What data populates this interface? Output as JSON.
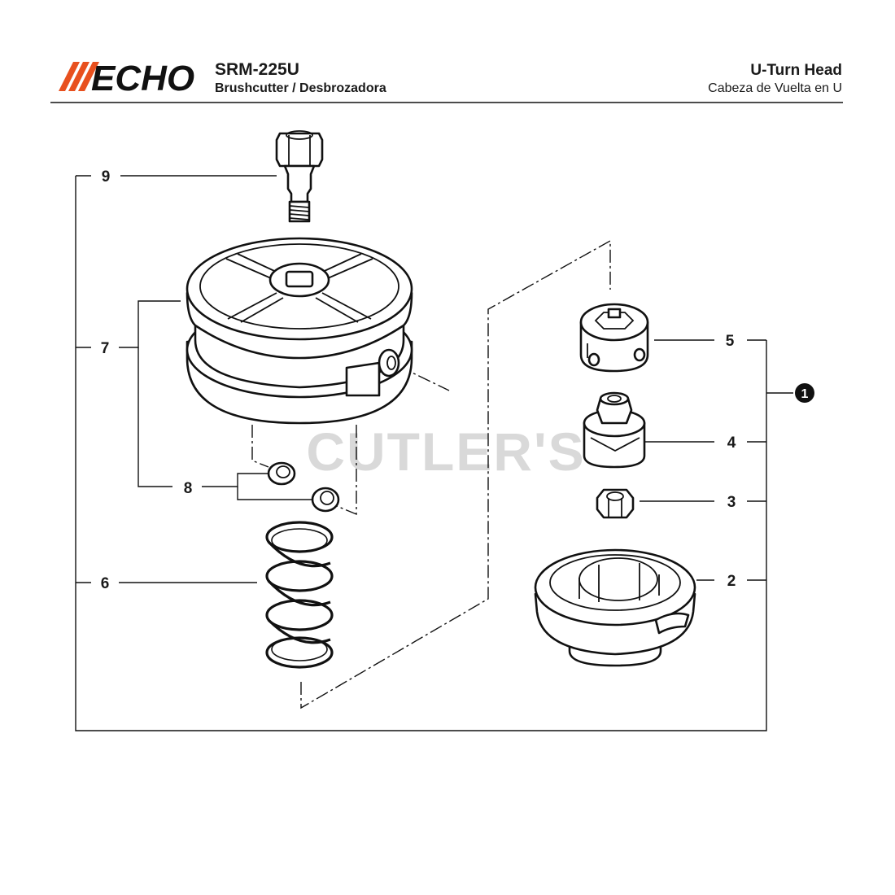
{
  "header": {
    "brand": "ECHO",
    "model": "SRM-225U",
    "subtitle": "Brushcutter / Desbrozadora",
    "section_title": "U-Turn Head",
    "section_subtitle": "Cabeza de Vuelta en U"
  },
  "watermark": "CUTLER'S",
  "callouts": {
    "p1": "1",
    "p2": "2",
    "p3": "3",
    "p4": "4",
    "p5": "5",
    "p6": "6",
    "p7": "7",
    "p8": "8",
    "p9": "9"
  },
  "colors": {
    "brand_orange": "#e8501e",
    "ink": "#111111",
    "watermark": "#d9d9d9"
  }
}
